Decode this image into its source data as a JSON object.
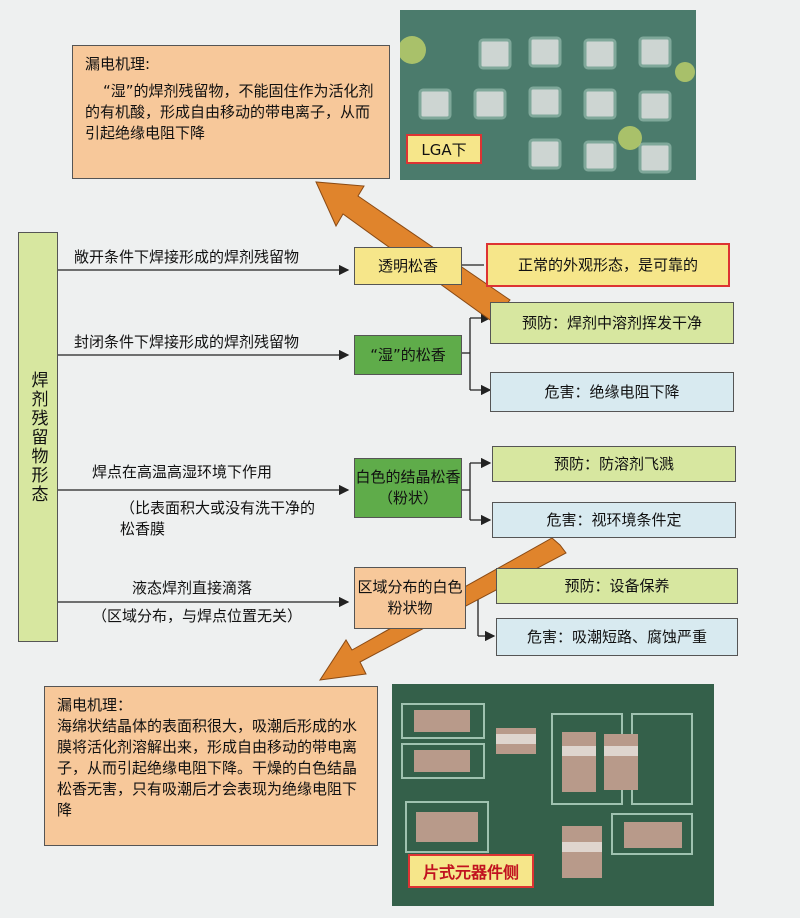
{
  "top_mechanism": {
    "title": "漏电机理:",
    "body": "“湿”的焊剂残留物，不能固住作为活化剂的有机酸，形成自由移动的带电离子，从而引起绝缘电阻下降"
  },
  "photo_lga": {
    "label": "LGA下"
  },
  "side_title": "焊剂残留物形态",
  "rows": [
    {
      "condition": "敞开条件下焊接形成的焊剂残留物",
      "state": "透明松香",
      "result": "正常的外观形态，是可靠的"
    },
    {
      "condition": "封闭条件下焊接形成的焊剂残留物",
      "state": "“湿”的松香",
      "prevention": "预防：焊剂中溶剂挥发干净",
      "harm": "危害：绝缘电阻下降"
    },
    {
      "condition": "焊点在高温高湿环境下作用",
      "condition_note": "（比表面积大或没有洗干净的松香膜",
      "state": "白色的结晶松香（粉状）",
      "prevention": "预防：防溶剂飞溅",
      "harm": "危害：视环境条件定"
    },
    {
      "condition": "液态焊剂直接滴落",
      "condition_note": "（区域分布，与焊点位置无关）",
      "state": "区域分布的白色粉状物",
      "prevention": "预防：设备保养",
      "harm": "危害：吸潮短路、腐蚀严重"
    }
  ],
  "bottom_mechanism": {
    "title": "漏电机理：",
    "body": "海绵状结晶体的表面积很大，吸潮后形成的水膜将活化剂溶解出来，形成自由移动的带电离子，从而引起绝缘电阻下降。干燥的白色结晶松香无害，只有吸潮后才会表现为绝缘电阻下降"
  },
  "photo_chip": {
    "label": "片式元器件侧"
  },
  "colors": {
    "peach": "#f7c89a",
    "green": "#d7e7a0",
    "dark_green": "#5fac4a",
    "blue": "#d8eaf0",
    "yellow": "#f6e68a",
    "arrow": "#e0842c"
  }
}
